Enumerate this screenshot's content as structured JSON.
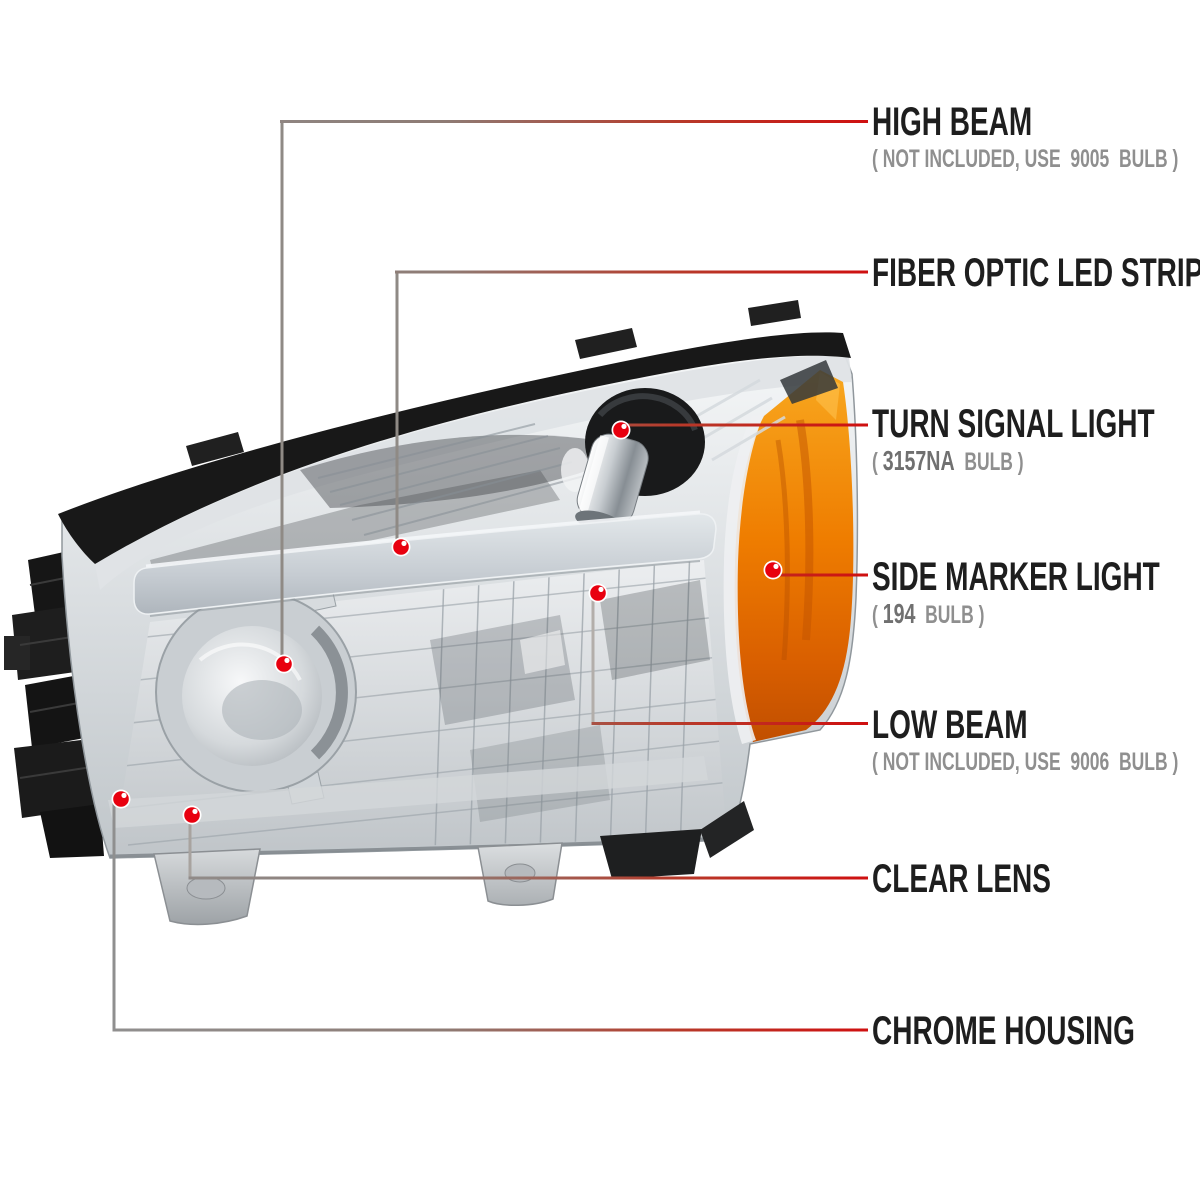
{
  "diagram": {
    "background": "#ffffff",
    "illustration_name": "chrome-housing-headlight-assembly",
    "colors": {
      "leader_gray": "#8f8a85",
      "leader_red": "#cc1111",
      "marker_dot_red": "#e8000f",
      "label_text": "#1e1e1e",
      "note_text": "#8f8f8f",
      "note_bulb_text": "#707070",
      "amber_lens": "#ef7d00",
      "chrome_light": "#e9ecee",
      "chrome_dark": "#9aa0a6",
      "trim_black": "#181818"
    },
    "callouts": [
      {
        "id": "high-beam",
        "label": "HIGH BEAM",
        "note": "( NOT INCLUDED, USE  9005  BULB )"
      },
      {
        "id": "fiber-optic-led-strip",
        "label": "FIBER OPTIC LED STRIP"
      },
      {
        "id": "turn-signal-light",
        "label": "TURN SIGNAL LIGHT",
        "note_open": "( ",
        "note_bulb": "3157NA",
        "note_close": "  BULB )"
      },
      {
        "id": "side-marker-light",
        "label": "SIDE MARKER LIGHT",
        "note_open": "( ",
        "note_bulb": "194",
        "note_close": "  BULB )"
      },
      {
        "id": "low-beam",
        "label": "LOW BEAM",
        "note": "( NOT INCLUDED, USE  9006  BULB )"
      },
      {
        "id": "clear-lens",
        "label": "CLEAR LENS"
      },
      {
        "id": "chrome-housing",
        "label": "CHROME HOUSING"
      }
    ]
  }
}
